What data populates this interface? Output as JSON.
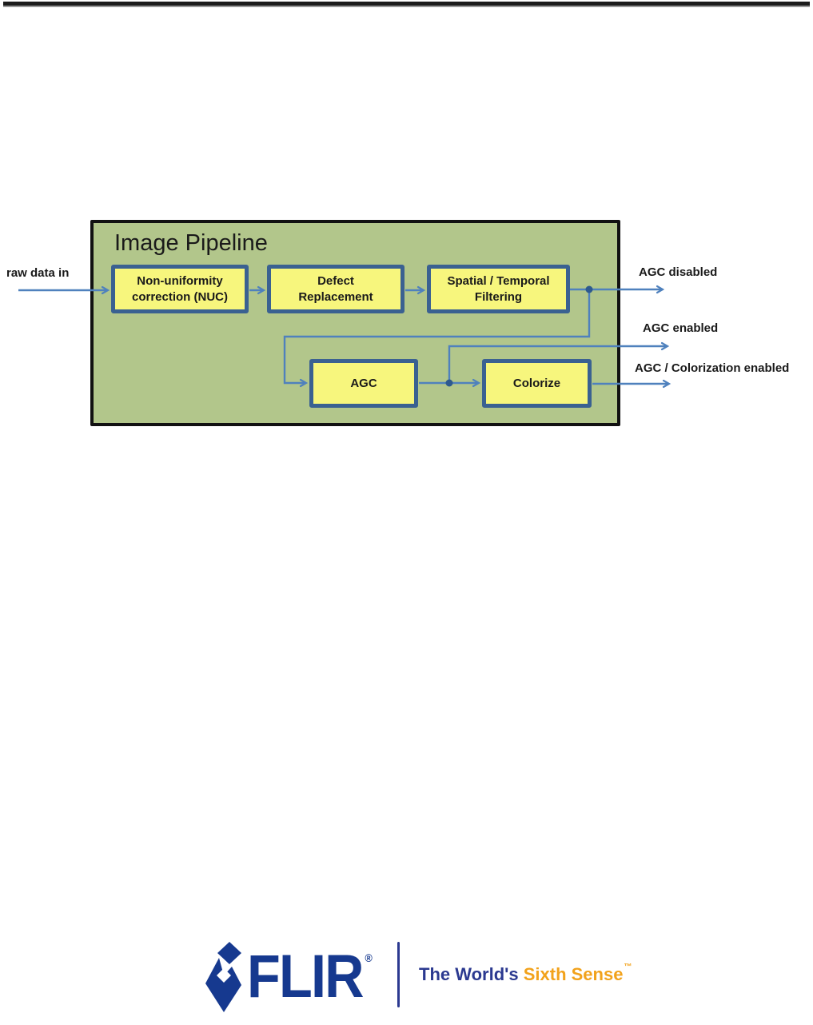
{
  "colors": {
    "rule-dark": "#1c1c1c",
    "rule-gray": "#9a9a9a",
    "panel-fill": "#b2c68b",
    "panel-border": "#111111",
    "node-fill": "#f7f67d",
    "node-border": "#3a6191",
    "connector": "#4f81bd",
    "junction": "#2e5a8e",
    "text-dark": "#1a1a1a",
    "brand-blue": "#16398f",
    "tagline-blue": "#2b3990",
    "tagline-orange": "#f2a21b"
  },
  "diagram": {
    "title": "Image Pipeline",
    "input_label": "raw data in",
    "nodes": [
      {
        "id": "nuc",
        "label": "Non-uniformity\ncorrection (NUC)"
      },
      {
        "id": "defect",
        "label": "Defect\nReplacement"
      },
      {
        "id": "spatial",
        "label": "Spatial / Temporal\nFiltering"
      },
      {
        "id": "agc",
        "label": "AGC"
      },
      {
        "id": "colorize",
        "label": "Colorize"
      }
    ],
    "outputs": [
      {
        "id": "agc-disabled",
        "label": "AGC disabled"
      },
      {
        "id": "agc-enabled",
        "label": "AGC enabled"
      },
      {
        "id": "agc-colorization-enabled",
        "label": "AGC / Colorization enabled"
      }
    ]
  },
  "footer": {
    "brand": "FLIR",
    "registered": "®",
    "tagline_prefix": "The World's ",
    "tagline_highlight": "Sixth Sense",
    "trademark": "™"
  }
}
